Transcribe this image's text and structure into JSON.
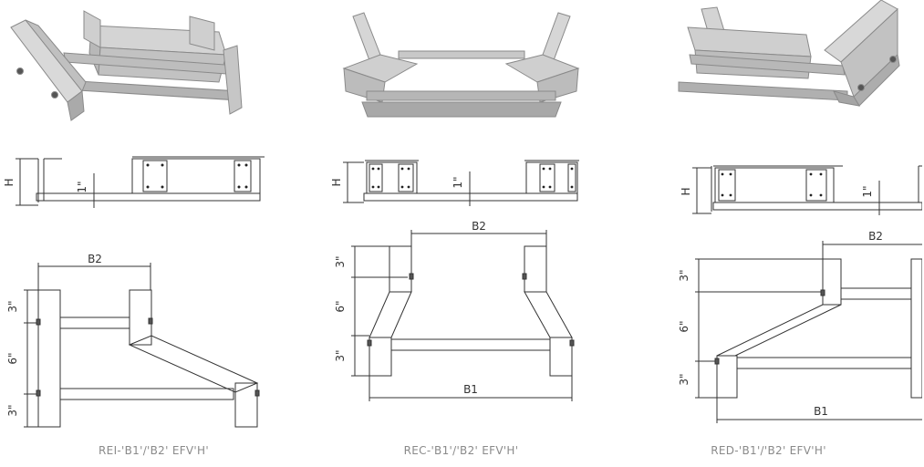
{
  "panels": [
    {
      "caption": "REI-'B1'/'B2' EFV'H'",
      "labels": {
        "H": "H",
        "one_inch": "1\"",
        "B2": "B2",
        "d1": "3\"",
        "d2": "6\"",
        "d3": "3\""
      }
    },
    {
      "caption": "REC-'B1'/'B2' EFV'H'",
      "labels": {
        "H": "H",
        "one_inch": "1\"",
        "B2": "B2",
        "B1": "B1",
        "d1": "3\"",
        "d2": "6\"",
        "d3": "3\""
      }
    },
    {
      "caption": "RED-'B1'/'B2' EFV'H'",
      "labels": {
        "H": "H",
        "one_inch": "1\"",
        "B2": "B2",
        "B1": "B1",
        "d1": "3\"",
        "d2": "6\"",
        "d3": "3\""
      }
    }
  ]
}
